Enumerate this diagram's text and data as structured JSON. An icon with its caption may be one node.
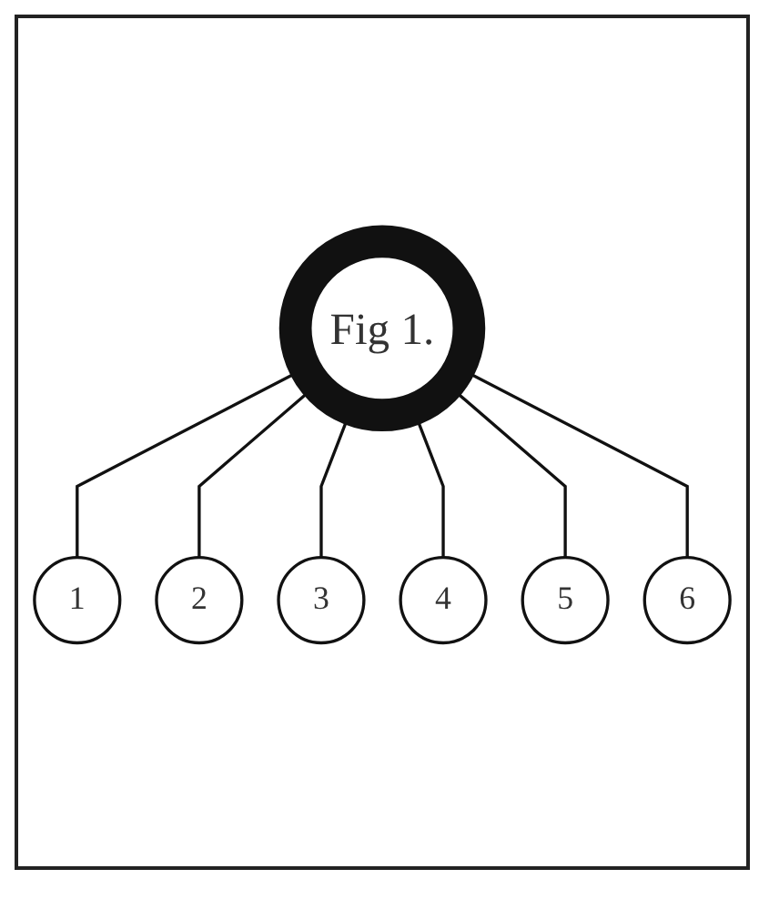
{
  "diagram": {
    "nodes": [
      {
        "text": [
          "Fig 1."
        ]
      },
      {
        "text": [
          "1"
        ]
      },
      {
        "text": [
          "2"
        ]
      },
      {
        "text": [
          "3"
        ]
      },
      {
        "text": [
          "4"
        ]
      },
      {
        "text": [
          "5"
        ]
      },
      {
        "text": [
          "6"
        ]
      }
    ],
    "edges": [
      {
        "from": 0,
        "to": 1,
        "arrow": "none"
      },
      {
        "from": 0,
        "to": 2,
        "arrow": "none"
      },
      {
        "from": 0,
        "to": 3,
        "arrow": "none"
      },
      {
        "from": 0,
        "to": 4,
        "arrow": "none"
      },
      {
        "from": 0,
        "to": 5,
        "arrow": "none"
      },
      {
        "from": 0,
        "to": 6,
        "arrow": "none"
      }
    ]
  }
}
